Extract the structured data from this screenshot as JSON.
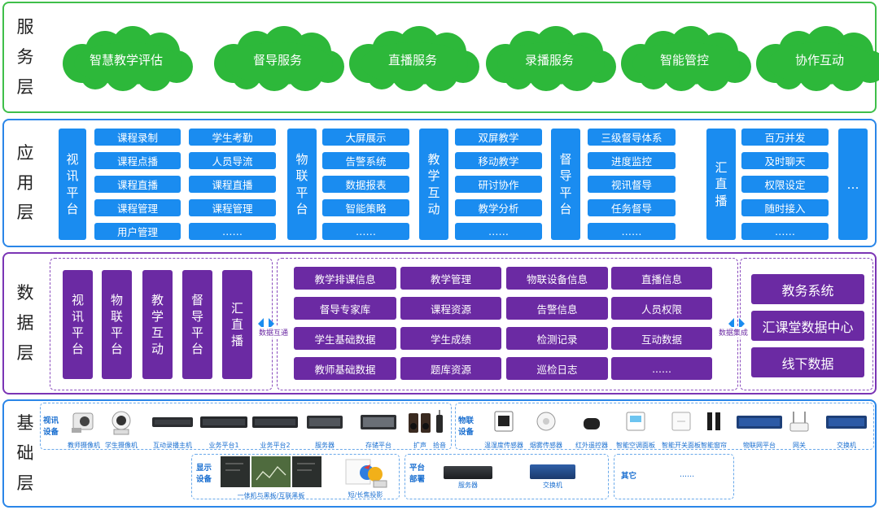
{
  "service_layer": {
    "label": [
      "服",
      "务",
      "层"
    ],
    "clouds": [
      "智慧教学评估",
      "督导服务",
      "直播服务",
      "录播服务",
      "智能管控",
      "协作互动"
    ],
    "color": "#2db83a"
  },
  "app_layer": {
    "label": [
      "应",
      "用",
      "层"
    ],
    "color": "#1a8cf0",
    "groups": [
      {
        "title": [
          "视",
          "讯",
          "平",
          "台"
        ],
        "items": [
          [
            "课程录制",
            "课程点播",
            "课程直播",
            "课程管理",
            "用户管理"
          ],
          [
            "学生考勤",
            "人员导流",
            "课程直播",
            "课程管理",
            "……"
          ]
        ]
      },
      {
        "title": [
          "物",
          "联",
          "平",
          "台"
        ],
        "items": [
          [
            "大屏展示",
            "告警系统",
            "数据报表",
            "智能策略",
            "……"
          ]
        ]
      },
      {
        "title": [
          "教",
          "学",
          "互",
          "动"
        ],
        "items": [
          [
            "双屏教学",
            "移动教学",
            "研讨协作",
            "教学分析",
            "……"
          ]
        ]
      },
      {
        "title": [
          "督",
          "导",
          "平",
          "台"
        ],
        "items": [
          [
            "三级督导体系",
            "进度监控",
            "视讯督导",
            "任务督导",
            "……"
          ]
        ]
      },
      {
        "title": [
          "汇",
          "直",
          "播"
        ],
        "items": [
          [
            "百万并发",
            "及时聊天",
            "权限设定",
            "随时接入",
            "……"
          ]
        ]
      }
    ],
    "more": "…"
  },
  "data_layer": {
    "label": [
      "数",
      "据",
      "层"
    ],
    "color": "#6b2aa3",
    "platforms": [
      [
        "视",
        "讯",
        "平",
        "台"
      ],
      [
        "物",
        "联",
        "平",
        "台"
      ],
      [
        "教",
        "学",
        "互",
        "动"
      ],
      [
        "督",
        "导",
        "平",
        "台"
      ],
      [
        "汇",
        "直",
        "播"
      ]
    ],
    "connector_left": "数据互通",
    "connector_right": "数据集成",
    "grid": [
      [
        "教学排课信息",
        "教学管理",
        "物联设备信息",
        "直播信息"
      ],
      [
        "督导专家库",
        "课程资源",
        "告警信息",
        "人员权限"
      ],
      [
        "学生基础数据",
        "学生成绩",
        "检测记录",
        "互动数据"
      ],
      [
        "教师基础数据",
        "题库资源",
        "巡检日志",
        "......"
      ]
    ],
    "systems": [
      "教务系统",
      "汇课堂数据中心",
      "线下数据"
    ]
  },
  "base_layer": {
    "label": [
      "基",
      "础",
      "层"
    ],
    "color": "#1a6fd0",
    "video": {
      "head": [
        "视讯",
        "设备"
      ],
      "devices": [
        "教师摄像机",
        "学生摄像机",
        "互动录播主机",
        "业务平台1",
        "业务平台2",
        "服务器",
        "存储平台",
        "扩声",
        "拾音"
      ]
    },
    "iot": {
      "head": [
        "物联",
        "设备"
      ],
      "devices": [
        "温湿度传感器",
        "烟雾传感器",
        "红外遥控器",
        "智能空调面板",
        "智能开关面板",
        "智能窗帘",
        "物联网平台",
        "网关",
        "交换机"
      ]
    },
    "display": {
      "head": [
        "显示",
        "设备"
      ],
      "devices": [
        "一体机与黑板/互联黑板",
        "短/长焦投影"
      ]
    },
    "platform": {
      "head": [
        "平台",
        "部署"
      ],
      "devices": [
        "服务器",
        "交换机"
      ]
    },
    "other": {
      "head": "其它",
      "dots": "......"
    }
  }
}
